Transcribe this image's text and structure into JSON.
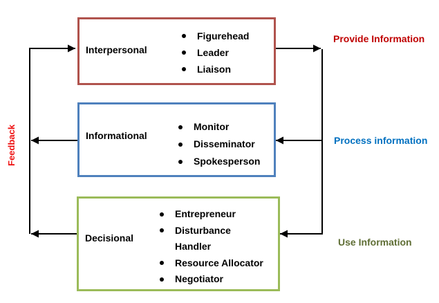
{
  "boxes": [
    {
      "label": "Interpersonal",
      "border_color": "#B0534D",
      "items": [
        "Figurehead",
        "Leader",
        "Liaison"
      ]
    },
    {
      "label": "Informational",
      "border_color": "#4F81BD",
      "items": [
        "Monitor",
        "Disseminator",
        "Spokesperson"
      ]
    },
    {
      "label": "Decisional",
      "border_color": "#9BBB59",
      "items": [
        "Entrepreneur",
        "Disturbance\nHandler",
        "Resource Allocator",
        "Negotiator"
      ]
    }
  ],
  "flow_labels": [
    {
      "text": "Provide Information",
      "color": "#C00000"
    },
    {
      "text": "Process information",
      "color": "#0070C0"
    },
    {
      "text": "Use Information",
      "color": "#5F6E35"
    }
  ],
  "feedback_label": {
    "text": "Feedback",
    "color": "#EE1111"
  },
  "arrow_color": "#000000"
}
